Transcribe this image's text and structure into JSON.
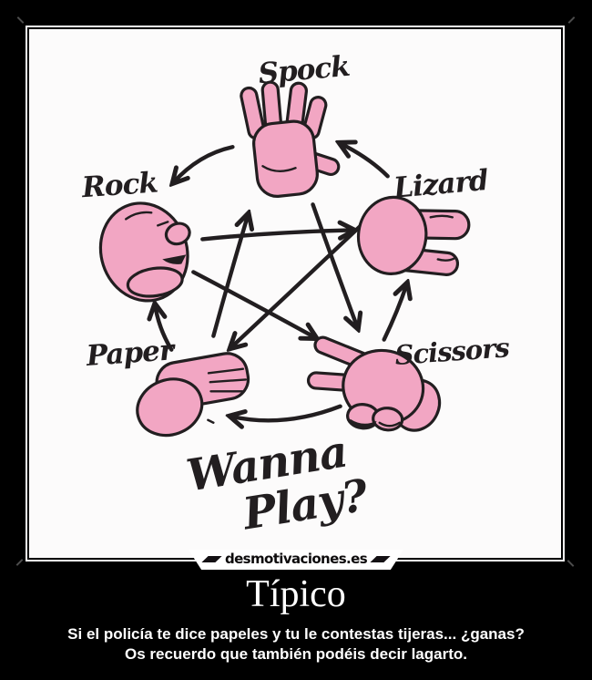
{
  "meme": {
    "node_labels": {
      "spock": "Spock",
      "rock": "Rock",
      "lizard": "Lizard",
      "paper": "Paper",
      "scissors": "Scissors"
    },
    "question_line1": "Wanna",
    "question_line2": "Play?",
    "edges": [
      {
        "from": "spock",
        "to": "rock"
      },
      {
        "from": "lizard",
        "to": "spock"
      },
      {
        "from": "scissors",
        "to": "lizard"
      },
      {
        "from": "scissors",
        "to": "paper"
      },
      {
        "from": "paper",
        "to": "rock"
      },
      {
        "from": "rock",
        "to": "lizard"
      },
      {
        "from": "rock",
        "to": "scissors"
      },
      {
        "from": "lizard",
        "to": "paper"
      },
      {
        "from": "paper",
        "to": "spock"
      },
      {
        "from": "spock",
        "to": "scissors"
      }
    ],
    "colors": {
      "hand": "#F2A6C3",
      "ink": "#221E20",
      "photo_background": "#FCFBFB",
      "poster_background": "#000000"
    }
  },
  "watermark": {
    "text": "desmotivaciones.es"
  },
  "caption": {
    "title": "Típico",
    "line1": "Si el policía te dice papeles y tu le contestas tijeras... ¿ganas?",
    "line2": "Os recuerdo que también podéis decir lagarto."
  }
}
